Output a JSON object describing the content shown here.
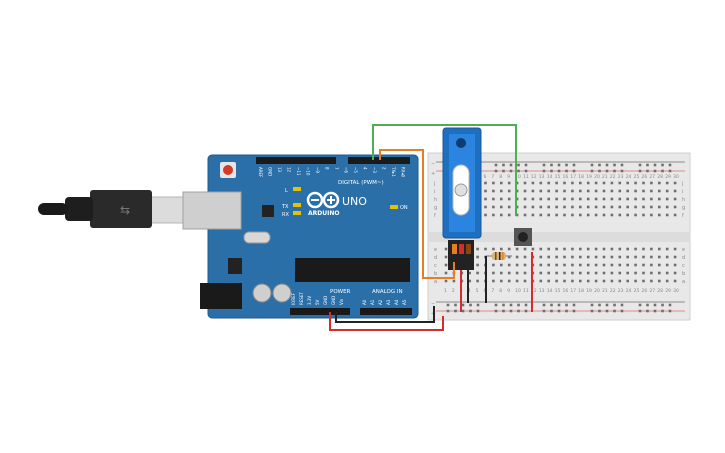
{
  "board": {
    "brand": "ARDUINO",
    "model": "UNO",
    "digital_header": "DIGITAL (PWM~)",
    "power_header": "POWER",
    "analog_header": "ANALOG IN",
    "on_led": "ON",
    "led_l": "L",
    "led_tx": "TX",
    "led_rx": "RX",
    "digital_pins": [
      "AREF",
      "GND",
      "13",
      "12",
      "~11",
      "~10",
      "~9",
      "8",
      "7",
      "~6",
      "~5",
      "4",
      "~3",
      "2",
      "TX▸1",
      "RX◂0"
    ],
    "power_pins": [
      "IOREF",
      "RESET",
      "3.3V",
      "5V",
      "GND",
      "GND",
      "Vin"
    ],
    "analog_pins": [
      "A0",
      "A1",
      "A2",
      "A3",
      "A4",
      "A5"
    ]
  },
  "breadboard": {
    "row_letters_top": [
      "j",
      "i",
      "h",
      "g",
      "f"
    ],
    "row_letters_bottom": [
      "e",
      "d",
      "c",
      "b",
      "a"
    ],
    "columns": [
      "1",
      "2",
      "3",
      "4",
      "5",
      "6",
      "7",
      "8",
      "9",
      "10",
      "11",
      "12",
      "13",
      "14",
      "15",
      "16",
      "17",
      "18",
      "19",
      "20",
      "21",
      "22",
      "23",
      "24",
      "25",
      "26",
      "27",
      "28",
      "29",
      "30"
    ],
    "rail_plus": "+",
    "rail_minus": "−"
  },
  "colors": {
    "board": "#2a6fa8",
    "wire_green": "#4caf50",
    "wire_orange": "#e67e22",
    "wire_red": "#d62c2c",
    "wire_black": "#222222",
    "servo": "#1f6fc1"
  }
}
